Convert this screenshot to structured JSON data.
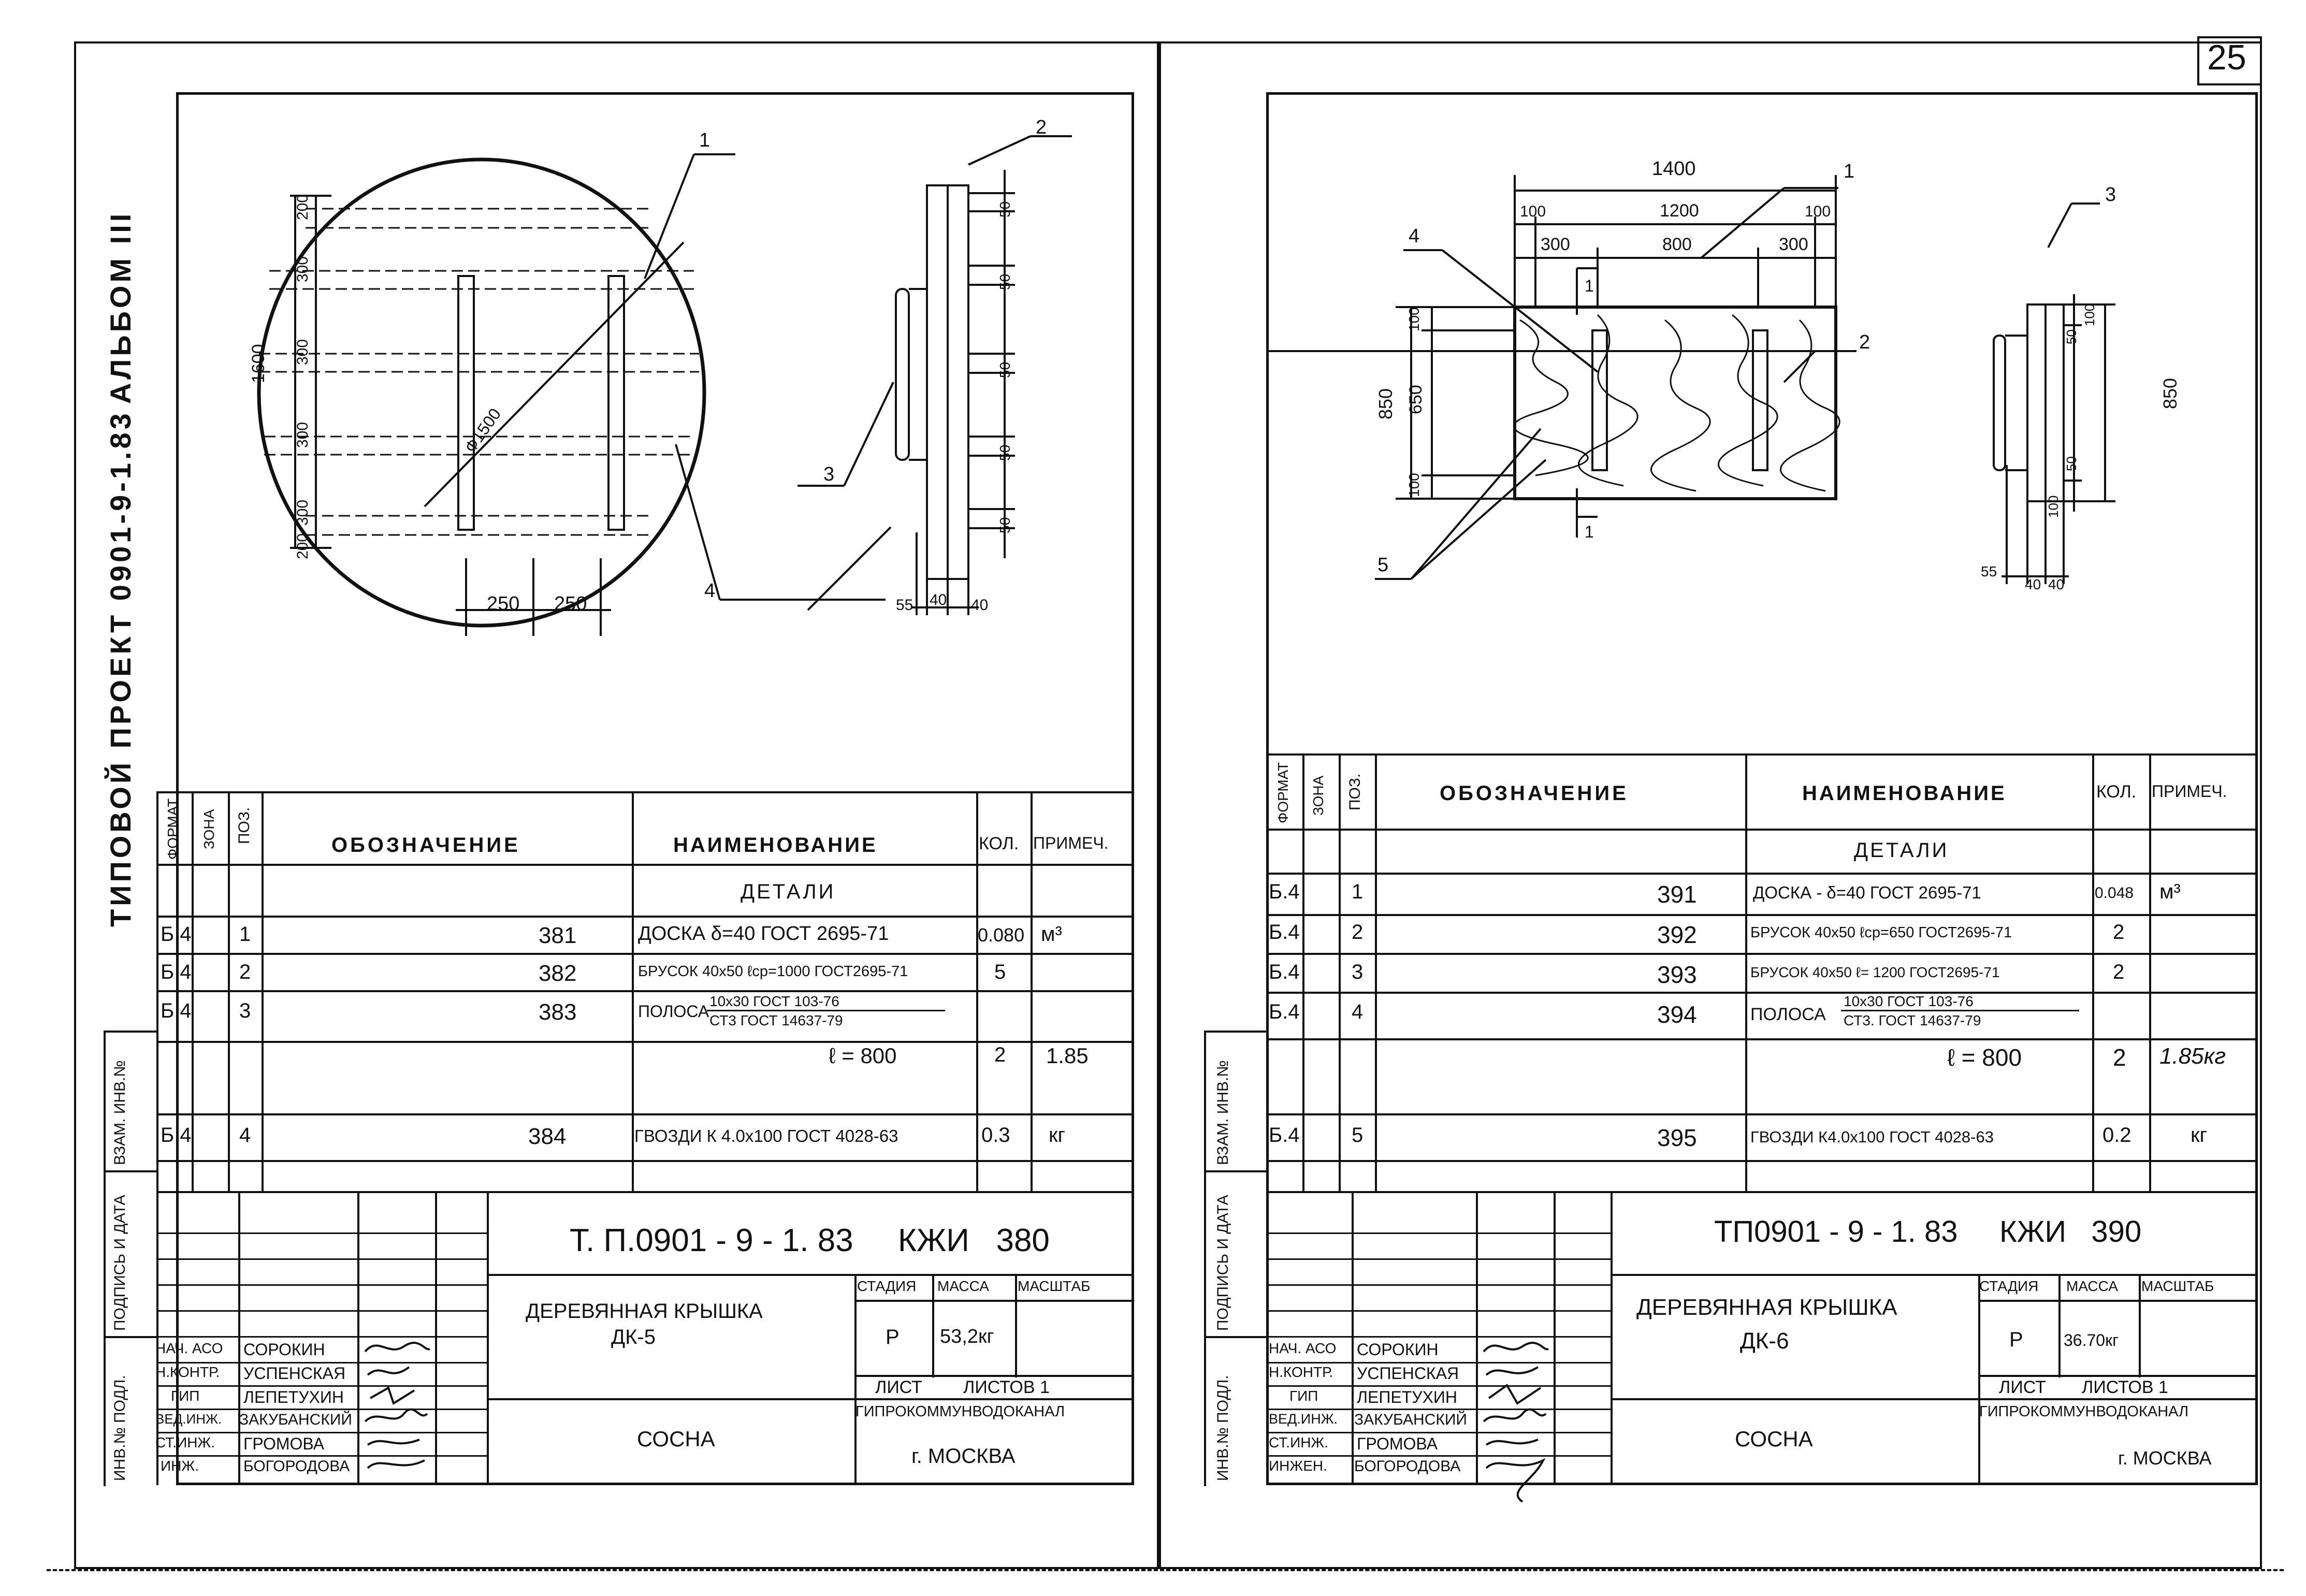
{
  "page_number": "25",
  "side_stamp": {
    "project": "ТИПОВОЙ ПРОЕКТ 0901-9-1.83",
    "album": "АЛЬБОМ III"
  },
  "side_columns": [
    "ИНВ.№ ПОДЛ.",
    "ПОДПИСЬ И ДАТА",
    "ВЗАМ. ИНВ.№"
  ],
  "spec_headers": {
    "format": "ФОРМАТ",
    "zone": "ЗОНА",
    "pos": "ПОЗ.",
    "designation": "ОБОЗНАЧЕНИЕ",
    "name": "НАИМЕНОВАНИЕ",
    "qty": "КОЛ.",
    "note": "ПРИМЕЧ."
  },
  "sheets": [
    {
      "code": "Т. П.0901 - 9 - 1. 83     КЖИ   380",
      "title_line1": "ДЕРЕВЯННАЯ КРЫШКА",
      "title_line2": "ДК-5",
      "material": "СОСНА",
      "stage_label": "СТАДИЯ",
      "mass_label": "МАССА",
      "scale_label": "МАСШТАБ",
      "stage": "Р",
      "mass": "53,2кг",
      "sheet_label": "ЛИСТ",
      "sheets_label": "ЛИСТОВ 1",
      "org": "ГИПРОКОММУНВОДОКАНАЛ",
      "city": "г. МОСКВА",
      "section": "ДЕТАЛИ",
      "rows": [
        {
          "format": "Б.4",
          "pos": "1",
          "designation": "381",
          "name": "ДОСКА  δ=40  ГОСТ 2695-71",
          "qty": "0.080",
          "note": "м³"
        },
        {
          "format": "Б.4",
          "pos": "2",
          "designation": "382",
          "name": "БРУСОК  40х50  ℓср=1000 ГОСТ2695-71",
          "qty": "5",
          "note": ""
        },
        {
          "format": "Б.4",
          "pos": "3",
          "designation": "383",
          "name": "ПОЛОСА",
          "name_frac_top": "10х30 ГОСТ 103-76",
          "name_frac_bot": "СТ3  ГОСТ 14637-79",
          "qty": "",
          "note": ""
        },
        {
          "format": "",
          "pos": "",
          "designation": "ℓ = 800",
          "name": "",
          "qty": "2",
          "note": "1.85"
        },
        {
          "format": "Б.4",
          "pos": "4",
          "designation": "384",
          "name": "ГВОЗДИ  К 4.0х100  ГОСТ 4028-63",
          "qty": "0.3",
          "note": "кг"
        }
      ],
      "signers": [
        {
          "role": "НАЧ. АСО",
          "name": "СОРОКИН"
        },
        {
          "role": "Н.КОНТР.",
          "name": "УСПЕНСКАЯ"
        },
        {
          "role": "ГИП",
          "name": "ЛЕПЕТУХИН"
        },
        {
          "role": "ВЕД.ИНЖ.",
          "name": "ЗАКУБАНСКИЙ"
        },
        {
          "role": "СТ.ИНЖ.",
          "name": "ГРОМОВА"
        },
        {
          "role": "ИНЖ.",
          "name": "БОГОРОДОВА"
        }
      ],
      "drawing": {
        "labels": [
          "1",
          "2",
          "3",
          "4"
        ],
        "dims_top": [
          "200",
          "300",
          "300",
          "300",
          "300",
          "200"
        ],
        "overall": "1600",
        "diameter": "Ф1500",
        "bottom_dims": [
          "250",
          "250"
        ],
        "side_dims": [
          "50",
          "50",
          "50",
          "50",
          "50"
        ],
        "side_bottom": [
          "55",
          "40",
          "40"
        ]
      }
    },
    {
      "code": "ТП0901 - 9 - 1. 83     КЖИ   390",
      "title_line1": "ДЕРЕВЯННАЯ КРЫШКА",
      "title_line2": "ДК-6",
      "material": "СОСНА",
      "stage_label": "СТАДИЯ",
      "mass_label": "МАССА",
      "scale_label": "МАСШТАБ",
      "stage": "Р",
      "mass": "36.70кг",
      "sheet_label": "ЛИСТ",
      "sheets_label": "ЛИСТОВ 1",
      "org": "ГИПРОКОММУНВОДОКАНАЛ",
      "city": "г. МОСКВА",
      "section": "ДЕТАЛИ",
      "rows": [
        {
          "format": "Б.4",
          "pos": "1",
          "designation": "391",
          "name": "ДОСКА - δ=40  ГОСТ 2695-71",
          "qty": "0.048",
          "note": "м³"
        },
        {
          "format": "Б.4",
          "pos": "2",
          "designation": "392",
          "name": "БРУСОК 40х50 ℓср=650 ГОСТ2695-71",
          "qty": "2",
          "note": ""
        },
        {
          "format": "Б.4",
          "pos": "3",
          "designation": "393",
          "name": "БРУСОК 40х50  ℓ= 1200  ГОСТ2695-71",
          "qty": "2",
          "note": ""
        },
        {
          "format": "Б.4",
          "pos": "4",
          "designation": "394",
          "name": "ПОЛОСА",
          "name_frac_top": "10х30 ГОСТ 103-76",
          "name_frac_bot": "СТ3. ГОСТ 14637-79",
          "qty": "",
          "note": ""
        },
        {
          "format": "",
          "pos": "",
          "designation": "ℓ = 800",
          "name": "",
          "qty": "2",
          "note": "1.85кг"
        },
        {
          "format": "Б.4",
          "pos": "5",
          "designation": "395",
          "name": "ГВОЗДИ К4.0х100 ГОСТ 4028-63",
          "qty": "0.2",
          "note": "кг"
        }
      ],
      "signers": [
        {
          "role": "НАЧ. АСО",
          "name": "СОРОКИН"
        },
        {
          "role": "Н.КОНТР.",
          "name": "УСПЕНСКАЯ"
        },
        {
          "role": "ГИП",
          "name": "ЛЕПЕТУХИН"
        },
        {
          "role": "ВЕД.ИНЖ.",
          "name": "ЗАКУБАНСКИЙ"
        },
        {
          "role": "СТ.ИНЖ.",
          "name": "ГРОМОВА"
        },
        {
          "role": "ИНЖЕН.",
          "name": "БОГОРОДОВА"
        }
      ],
      "drawing": {
        "labels": [
          "1",
          "2",
          "3",
          "4",
          "5"
        ],
        "top_overall": "1400",
        "top_row2": [
          "100",
          "1200",
          "100"
        ],
        "top_row3": [
          "300",
          "800",
          "300"
        ],
        "left_dims": [
          "100",
          "650",
          "100"
        ],
        "overall_left": "850",
        "section_mark": "1",
        "side_dims": [
          "100",
          "50",
          "50",
          "100"
        ],
        "side_overall": "850",
        "side_bottom": [
          "55",
          "40",
          "40"
        ]
      }
    }
  ]
}
